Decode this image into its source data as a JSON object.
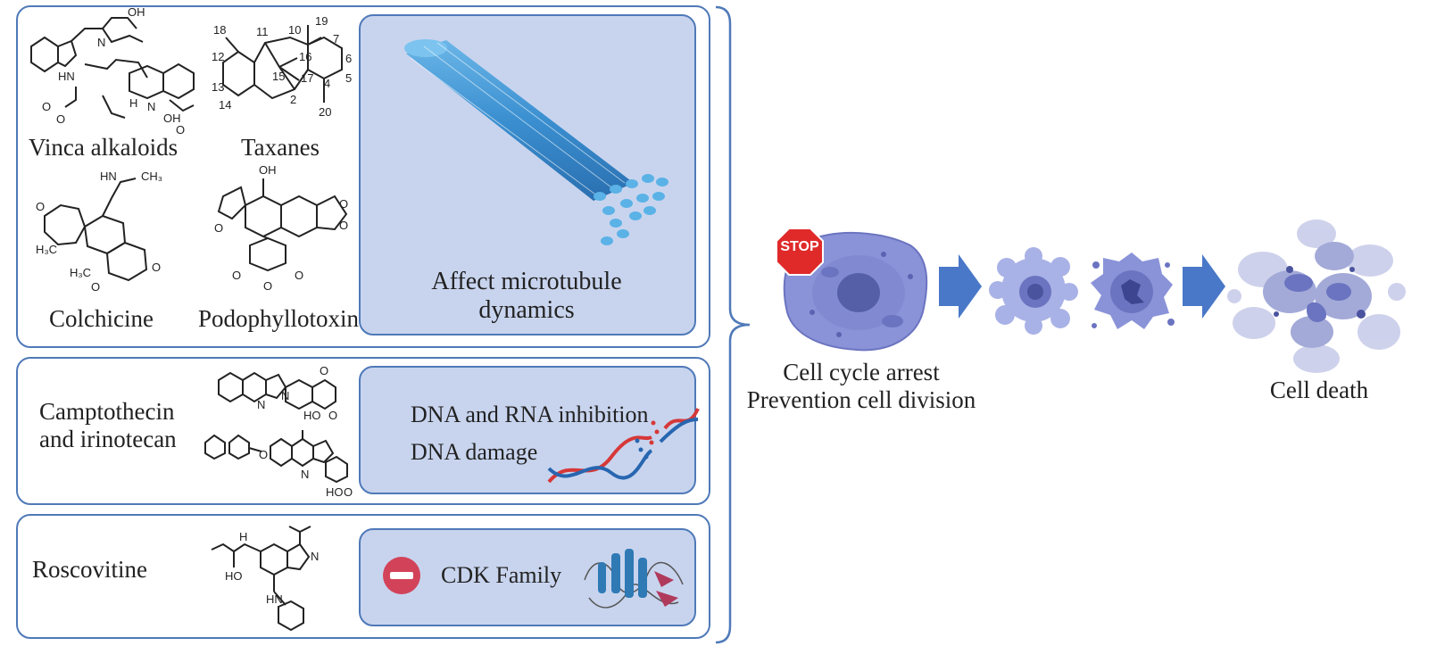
{
  "drugs": {
    "vinca": "Vinca alkaloids",
    "taxanes": "Taxanes",
    "colchicine": "Colchicine",
    "podophyllotoxin": "Podophyllotoxin",
    "camptothecin": [
      "Camptothecin",
      "and irinotecan"
    ],
    "roscovitine": "Roscovitine"
  },
  "effects": {
    "microtubule": [
      "Affect microtubule",
      "dynamics"
    ],
    "dna_line1": "DNA and RNA inhibition",
    "dna_line2": "DNA damage",
    "cdk": "CDK Family"
  },
  "outcomes": {
    "stop_sign": "STOP",
    "arrest_line1": "Cell cycle arrest",
    "arrest_line2": "Prevention cell division",
    "death": "Cell death"
  },
  "colors": {
    "panel_border": "#4f79b8",
    "effect_fill": "#c8d4ee",
    "arrow": "#4a78c8",
    "cell": "#8a93d8",
    "stop": "#e02a2a"
  }
}
